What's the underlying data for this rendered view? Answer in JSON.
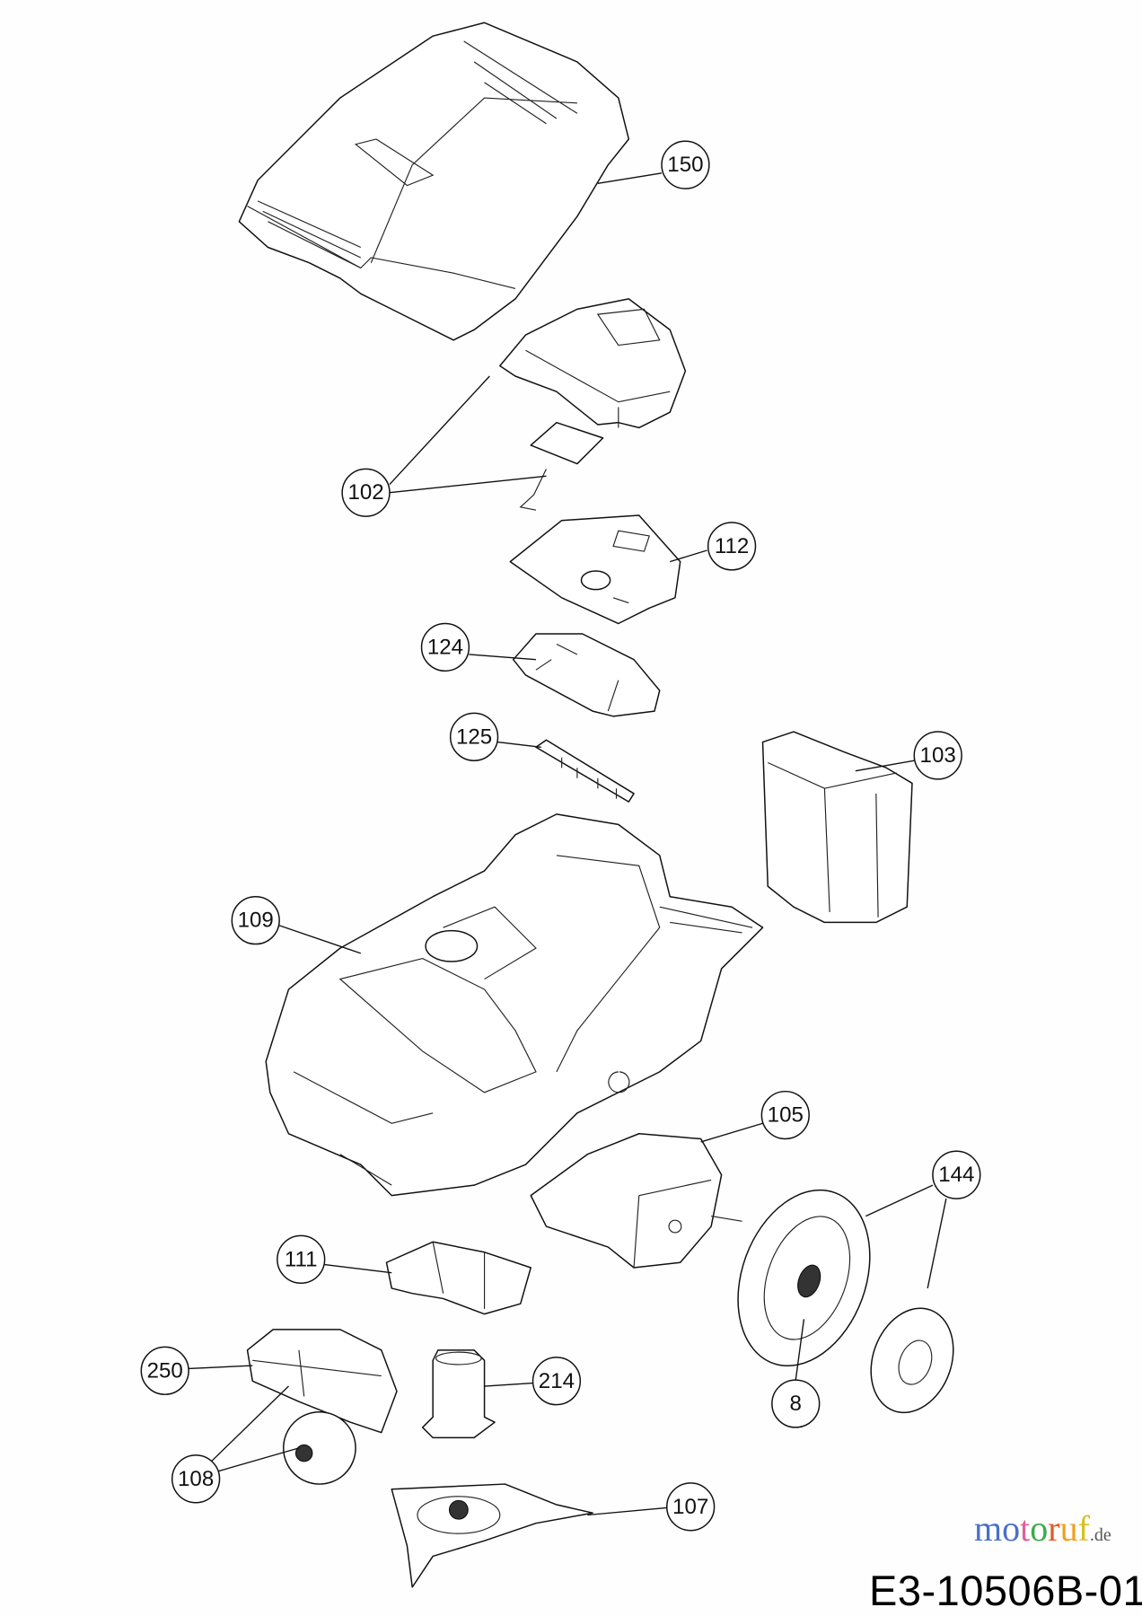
{
  "diagram": {
    "part_numbers": [
      "150",
      "102",
      "112",
      "124",
      "125",
      "103",
      "109",
      "105",
      "144",
      "111",
      "250",
      "214",
      "8",
      "108",
      "107"
    ],
    "drawing_code": "E3-10506B-01",
    "watermark": "motoruf.de"
  }
}
